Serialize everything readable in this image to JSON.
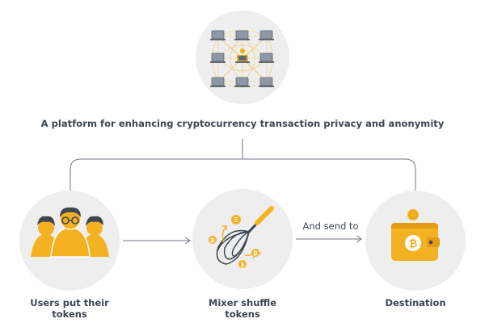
{
  "title": "A platform for enhancing cryptocurrency transaction privacy and anonymity",
  "nodes": {
    "users": {
      "label_line1": "Users put their",
      "label_line2": "tokens"
    },
    "mixer": {
      "label_line1": "Mixer shuffle",
      "label_line2": "tokens"
    },
    "destination": {
      "label_line1": "Destination"
    }
  },
  "edges": {
    "mixer_to_destination": "And send to"
  },
  "icons": {
    "network": "network-icon",
    "users": "users-icon",
    "mixer": "whisk-icon",
    "wallet": "wallet-icon",
    "bitcoin": "bitcoin-icon"
  },
  "colors": {
    "circle_bg": "#eeeeee",
    "accent": "#f4b223",
    "accent_dark": "#e39b12",
    "text": "#3e4650",
    "line": "#6f7680",
    "screen": "#8e98a4"
  }
}
